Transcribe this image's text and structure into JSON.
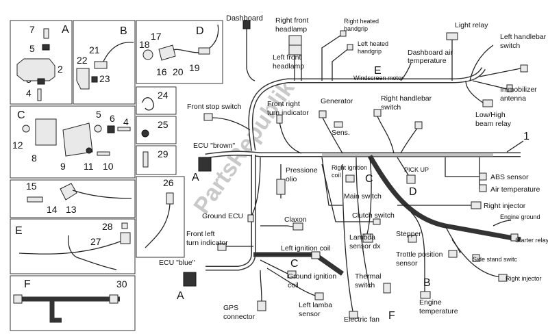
{
  "watermark": "PartsRepublik",
  "panels": [
    {
      "id": "A",
      "letter": "A",
      "parts": [
        "7",
        "5",
        "3",
        "4",
        "2"
      ]
    },
    {
      "id": "B",
      "letter": "B",
      "parts": [
        "21",
        "22",
        "23"
      ]
    },
    {
      "id": "C",
      "letter": "C",
      "parts": [
        "5",
        "6",
        "4",
        "12",
        "8",
        "9",
        "11",
        "10"
      ]
    },
    {
      "id": "D",
      "letter": "D",
      "parts": [
        "17",
        "18",
        "16",
        "20",
        "19"
      ]
    },
    {
      "id": "24",
      "letter": "",
      "parts": [
        "24"
      ]
    },
    {
      "id": "25",
      "letter": "",
      "parts": [
        "25"
      ]
    },
    {
      "id": "29",
      "letter": "",
      "parts": [
        "29"
      ]
    },
    {
      "id": "15",
      "letter": "",
      "parts": [
        "15",
        "14",
        "13"
      ]
    },
    {
      "id": "26",
      "letter": "",
      "parts": [
        "26"
      ]
    },
    {
      "id": "E",
      "letter": "E",
      "parts": [
        "28",
        "27"
      ]
    },
    {
      "id": "F",
      "letter": "F",
      "parts": [
        "30"
      ]
    }
  ],
  "labels": {
    "dashboard": "Dashboard",
    "right_front_headlamp": "Right front headlamp",
    "right_heated_handgrip": "Right heated handgrip",
    "left_heated_handgrip": "Left heated handgrip",
    "left_front_headlamp": "Left front headlamp",
    "light_relay": "Light relay",
    "dashboard_air_temperature": "Dashboard air temperature",
    "left_handlebar_switch": "Left handlebar switch",
    "windscreen_motor": "Windscreen motor",
    "immobilizer_antenna": "Immobilizer antenna",
    "low_high_beam_relay": "Low/High beam relay",
    "front_stop_switch": "Front stop switch",
    "front_right_turn_indicator": "Front right turn indicator",
    "generator": "Generator",
    "right_handlebar_switch": "Right handlebar switch",
    "sens": "Sens.",
    "ecu_brown": "ECU \"brown\"",
    "pressione_olio": "Pressione olio",
    "right_ignition_coil": "Right ignition coil",
    "pick_up": "PICK UP",
    "abs_sensor": "ABS sensor",
    "air_temperature": "Air temperature",
    "main_switch": "Main switch",
    "right_injector": "Right injector",
    "ground_ecu": "Ground ECU",
    "clutch_switch": "Clutch switch",
    "engine_ground": "Engine ground",
    "claxon": "Claxon",
    "front_left_turn_indicator": "Front left turn indicator",
    "lambda_sensor_dx": "Lambda sensor dx",
    "stepper": "Stepper",
    "starter_relay": "Starter relay",
    "left_ignition_coil": "Left ignition coil",
    "trottle_position_sensor": "Trottle position sensor",
    "side_stand_switc": "Side stand switc",
    "ecu_blue": "ECU \"blue\"",
    "ground_ignition_coil": "Ground ignition coil",
    "right_injector_2": "Right injector",
    "thermal_switch": "Thermal switch",
    "engine_temperature": "Engine temperature",
    "gps_connector": "GPS connector",
    "left_lamba_sensor": "Left lamba sensor",
    "electric_fan": "Electric fan"
  },
  "callouts": {
    "E": "E",
    "n1": "1",
    "C1": "C",
    "D1": "D",
    "A1": "A",
    "A2": "A",
    "C2": "C",
    "B1": "B",
    "F1": "F"
  }
}
